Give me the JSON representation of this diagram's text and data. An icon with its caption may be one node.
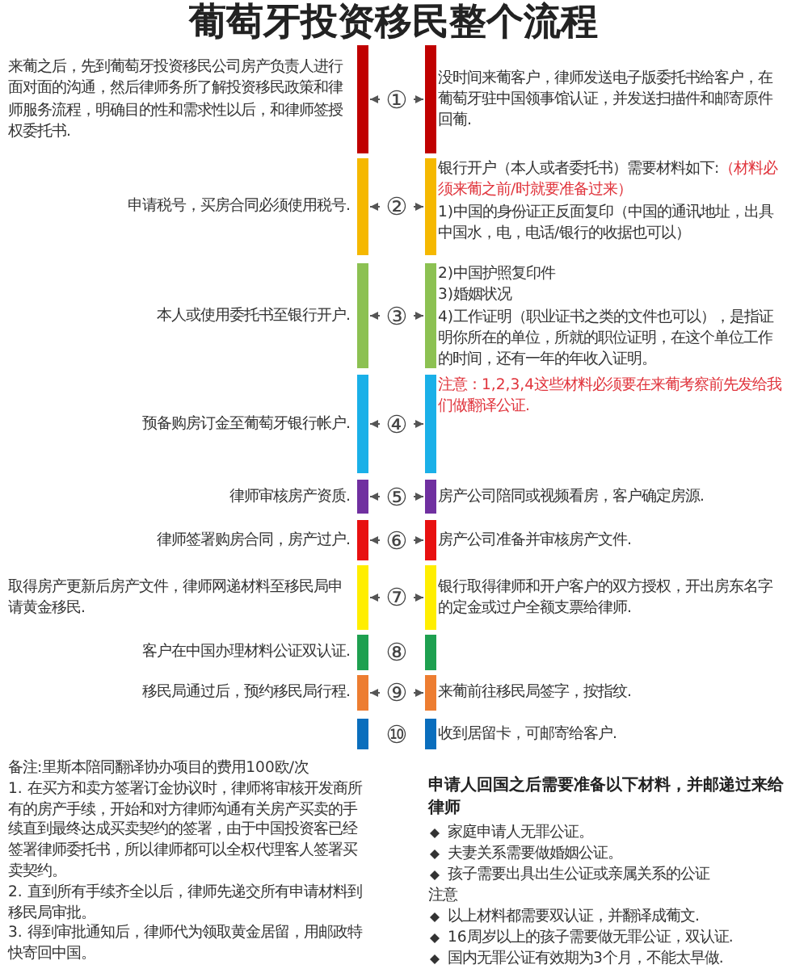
{
  "diagram": {
    "title": "葡萄牙投资移民整个流程",
    "nodes": [
      {
        "text": [
          "来葡之后，先到葡萄牙投资移民公司房产负责人进行面对面的沟通，然后律师务所了解投资移民政策和律师服务流程，明确目的性和需求性以后，和律师签授权委托书."
        ]
      },
      {
        "text": [
          "①"
        ]
      },
      {
        "text": [
          "没时间来葡客户，律师发送电子版委托书给客户，在葡萄牙驻中国领事馆认证，并发送扫描件和邮寄原件回葡."
        ]
      },
      {
        "text": [
          "申请税号，买房合同必须使用税号."
        ]
      },
      {
        "text": [
          "②"
        ]
      },
      {
        "text": [
          "银行开户（本人或者委托书）需要材料如下:",
          "（材料必须来葡之前/时就要准备过来）",
          "1)中国的身份证正反面复印（中国的通讯地址，出具中国水，电，电话/银行的收据也可以）"
        ]
      },
      {
        "text": [
          "本人或使用委托书至银行开户."
        ]
      },
      {
        "text": [
          "③"
        ]
      },
      {
        "text": [
          "2)中国护照复印件",
          "3)婚姻状况",
          "4)工作证明（职业证书之类的文件也可以），是指证明你所在的单位，所就的职位证明，在这个单位工作的时间，还有一年的年收入证明。"
        ]
      },
      {
        "text": [
          "预备购房订金至葡萄牙银行帐户."
        ]
      },
      {
        "text": [
          "④"
        ]
      },
      {
        "text": [
          "注意：1,2,3,4这些材料必须要在来葡考察前先发给我们做翻译公证."
        ]
      },
      {
        "text": [
          "律师审核房产资质."
        ]
      },
      {
        "text": [
          "⑤"
        ]
      },
      {
        "text": [
          "房产公司陪同或视频看房，客户确定房源."
        ]
      },
      {
        "text": [
          "律师签署购房合同，房产过户."
        ]
      },
      {
        "text": [
          "⑥"
        ]
      },
      {
        "text": [
          "房产公司准备并审核房产文件."
        ]
      },
      {
        "text": [
          "取得房产更新后房产文件，律师网递材料至移民局申请黄金移民."
        ]
      },
      {
        "text": [
          "⑦"
        ]
      },
      {
        "text": [
          "银行取得律师和开户客户的双方授权，开出房东名字的定金或过户全额支票给律师."
        ]
      },
      {
        "text": [
          "客户在中国办理材料公证双认证."
        ]
      },
      {
        "text": [
          "⑧"
        ]
      },
      {
        "text": [],
        "shape": "bar"
      },
      {
        "text": [
          "移民局通过后，预约移民局行程."
        ]
      },
      {
        "text": [
          "⑨"
        ]
      },
      {
        "text": [
          "来葡前往移民局签字，按指纹."
        ]
      },
      {
        "text": [],
        "shape": "bar"
      },
      {
        "text": [
          "⑩"
        ]
      },
      {
        "text": [
          "收到居留卡，可邮寄给客户."
        ]
      }
    ],
    "edges": [
      {
        "from": 1,
        "to": 0,
        "arrow": "to"
      },
      {
        "from": 1,
        "to": 2,
        "arrow": "to"
      },
      {
        "from": 4,
        "to": 3,
        "arrow": "to"
      },
      {
        "from": 4,
        "to": 5,
        "arrow": "to"
      },
      {
        "from": 7,
        "to": 6,
        "arrow": "to"
      },
      {
        "from": 7,
        "to": 8,
        "arrow": "to"
      },
      {
        "from": 10,
        "to": 9,
        "arrow": "to"
      },
      {
        "from": 10,
        "to": 11,
        "arrow": "to"
      },
      {
        "from": 13,
        "to": 12,
        "arrow": "to"
      },
      {
        "from": 13,
        "to": 14,
        "arrow": "to"
      },
      {
        "from": 16,
        "to": 15,
        "arrow": "to"
      },
      {
        "from": 16,
        "to": 17,
        "arrow": "to"
      },
      {
        "from": 19,
        "to": 18,
        "arrow": "to"
      },
      {
        "from": 19,
        "to": 20,
        "arrow": "to"
      },
      {
        "from": 25,
        "to": 24,
        "arrow": "to"
      },
      {
        "from": 25,
        "to": 26,
        "arrow": "to"
      }
    ],
    "labels": [
      "备注:里斯本陪同翻译协办项目的费用100欧/次",
      "1. 在买方和卖方签署订金协议时，律师将审核开发商所有的房产手续，开始和对方律师沟通有关房产买卖的手续直到最终达成买卖契约的签署，由于中国投资客已经签署律师委托书，所以律师都可以全权代理客人签署买卖契约。",
      "2. 直到所有手续齐全以后，律师先递交所有申请材料到移民局审批。",
      "3. 得到审批通知后，律师代为领取黄金居留，用邮政特快寄回中国。",
      "申请人回国之后需要准备以下材料，并邮递过来给律师",
      "家庭申请人无罪公证。",
      "夫妻关系需要做婚姻公证。",
      "孩子需要出具出生公证或亲属关系的公证",
      "注意",
      "以上材料都需要双认证，并翻译成葡文.",
      "16周岁以上的孩子需要做无罪公证，双认证.",
      "国内无罪公证有效期为3个月，不能太早做."
    ]
  }
}
